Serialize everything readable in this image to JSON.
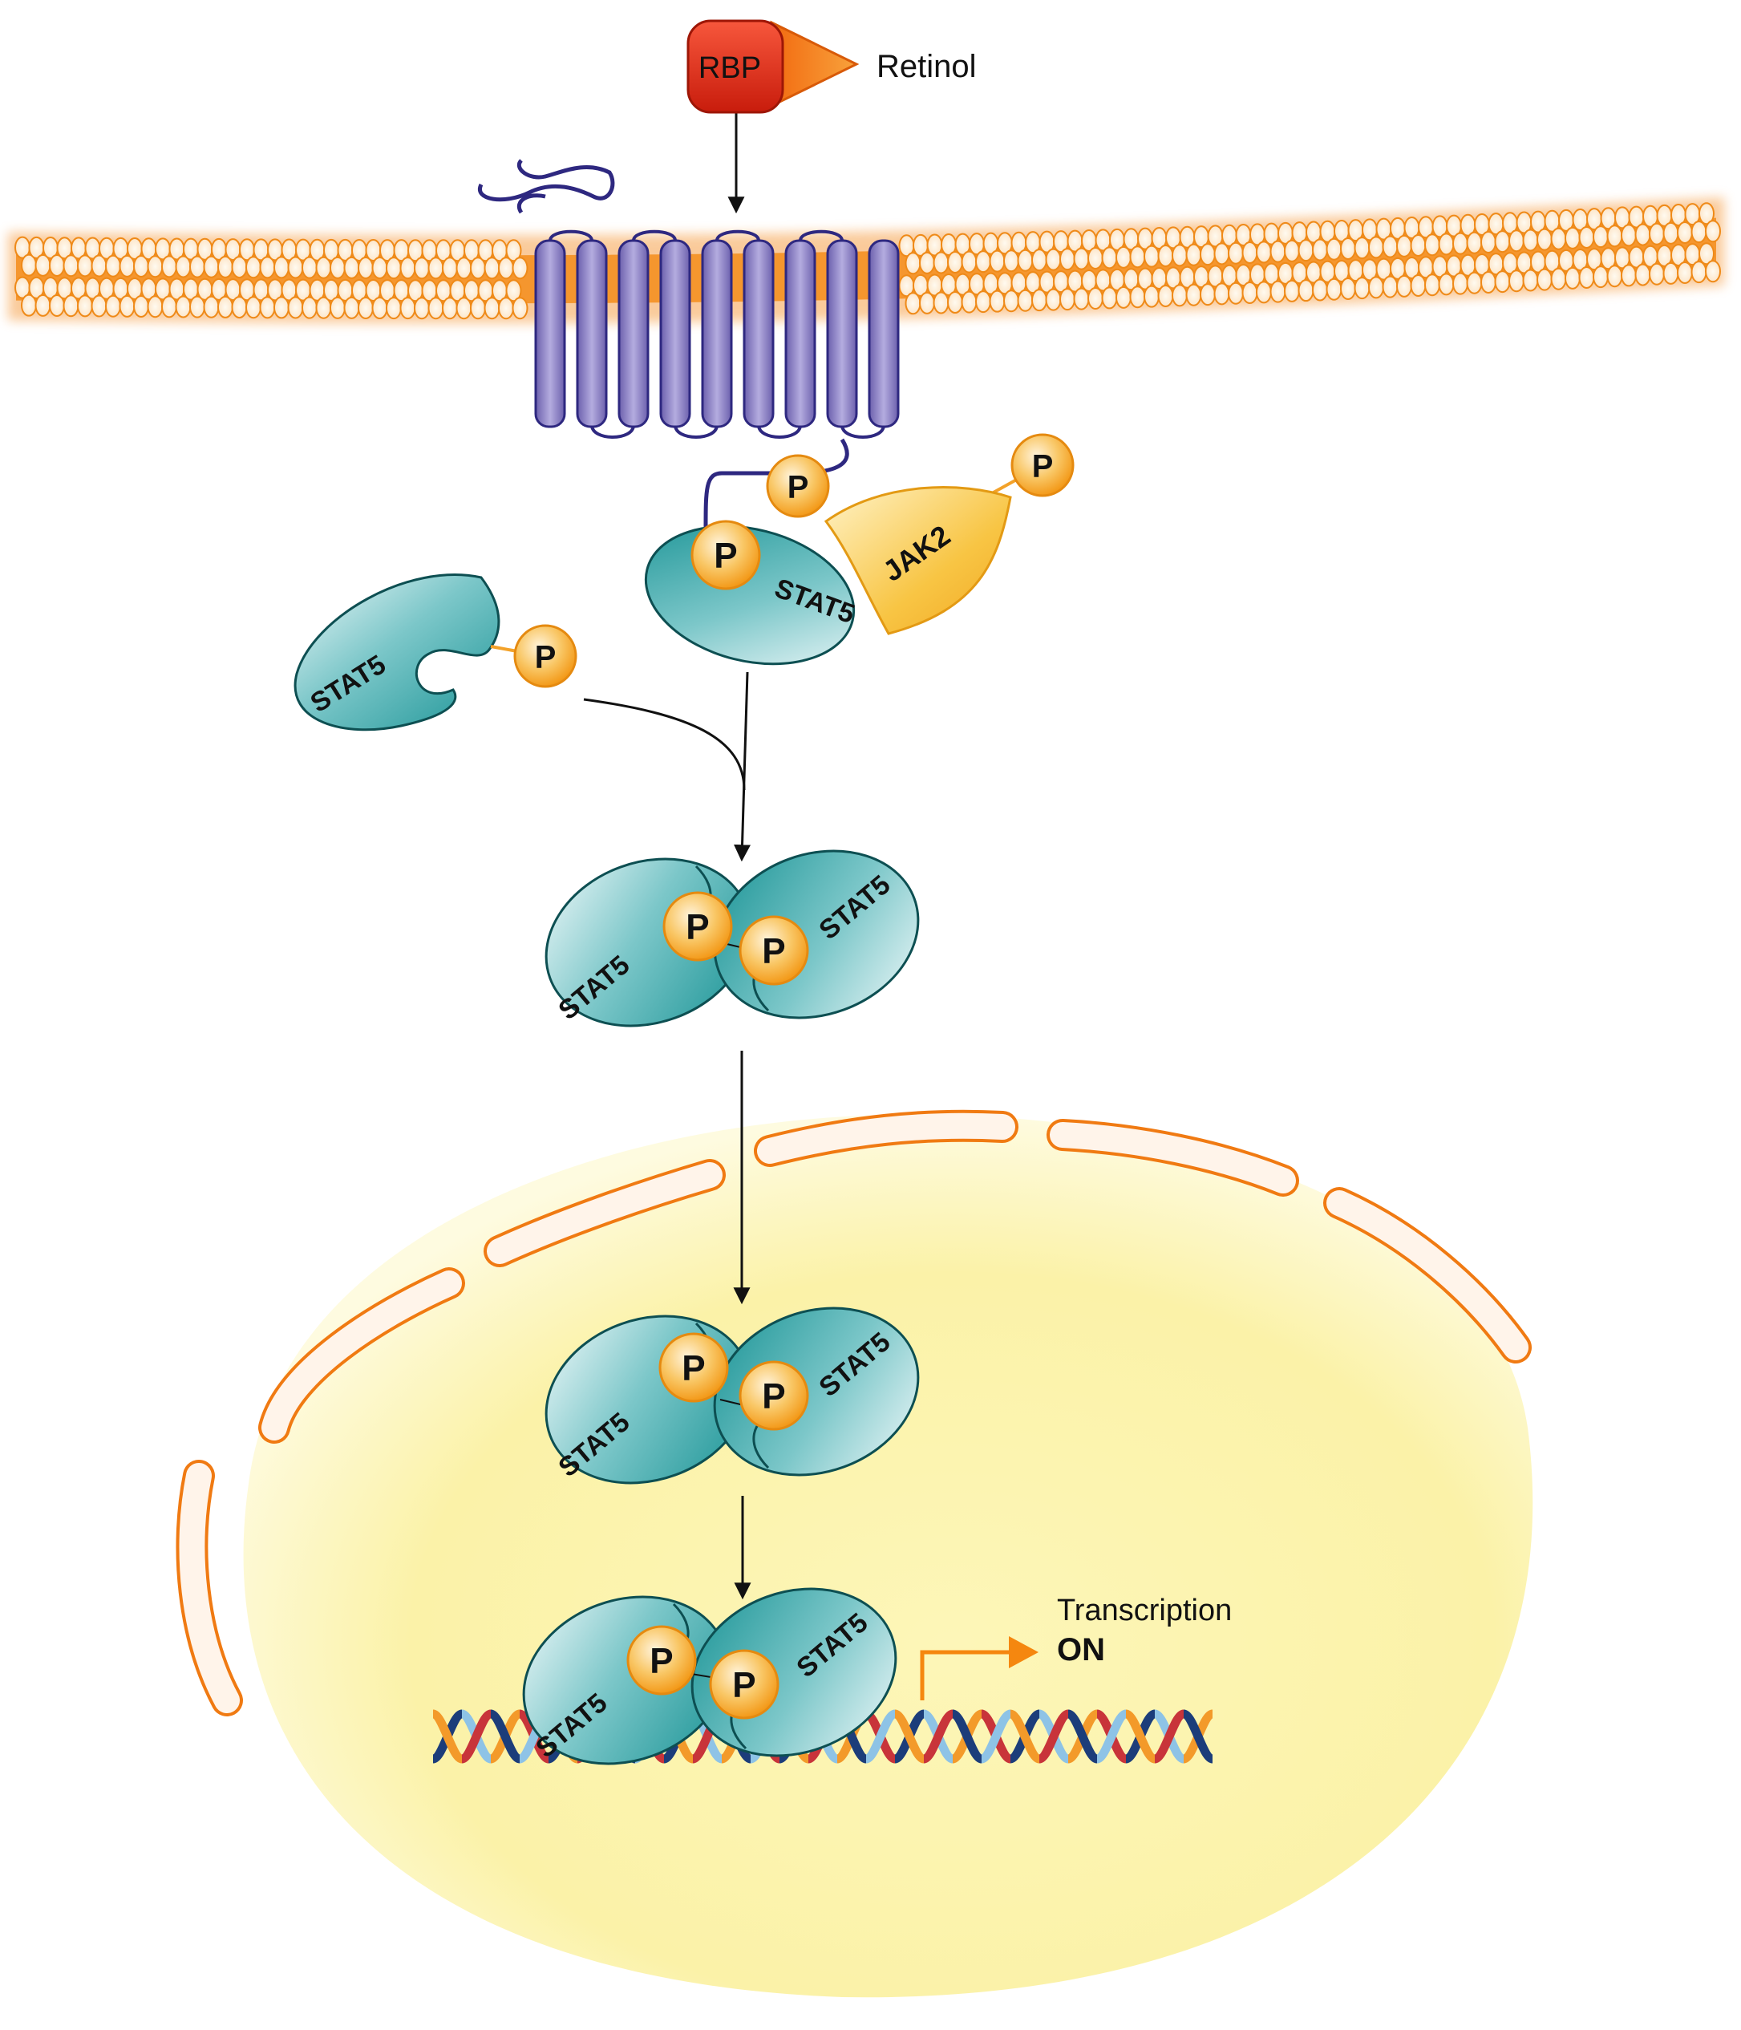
{
  "labels": {
    "rbp": "RBP",
    "retinol": "Retinol",
    "jak2": "JAK2",
    "stat5": "STAT5",
    "phosphate": "P",
    "transcription": "Transcription",
    "on": "ON"
  },
  "colors": {
    "membrane": "#f08a1c",
    "membrane_light": "#fde9cf",
    "receptor": "#8a7cc4",
    "receptor_edge": "#2e2880",
    "stat5": "#1f9ea0",
    "stat5_light": "#d7eef0",
    "jak2": "#f7c44a",
    "phosphate": "#f7b23a",
    "rbp": "#e8341c",
    "retinol": "#f07a12",
    "nucleus": "#fbf6b4",
    "nuclear_envelope": "#f07a12",
    "dna_blue": "#1c3d7a",
    "dna_red": "#c8343a",
    "dna_orange": "#f39a2a",
    "dna_lightblue": "#8ec3e6"
  }
}
